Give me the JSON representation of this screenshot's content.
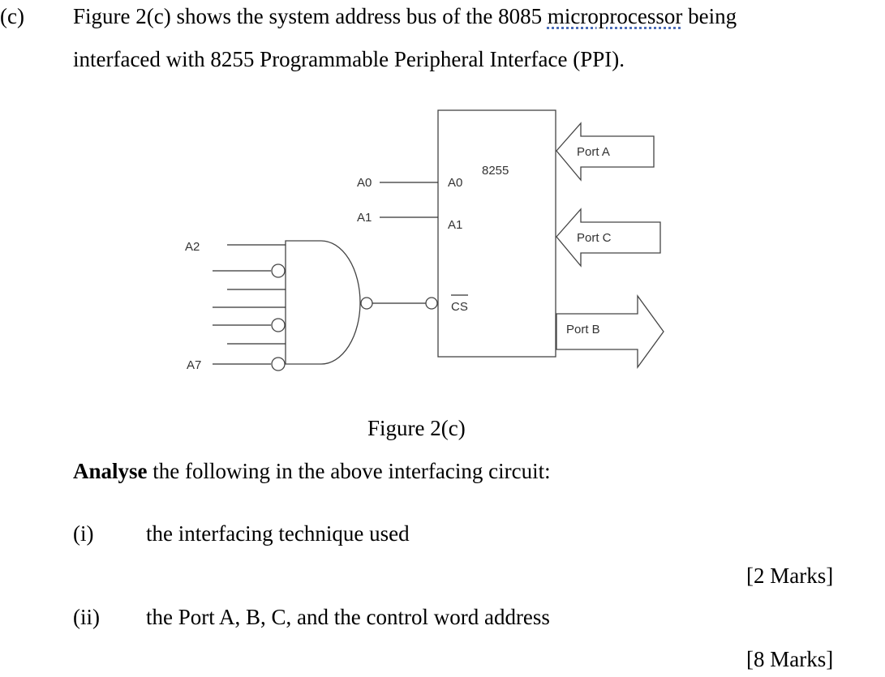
{
  "question": {
    "label": "(c)",
    "line1_before": "Figure 2(c) shows the system address bus of the 8085 ",
    "line1_link": "microprocessor",
    "line1_after": " being",
    "line2": "interfaced with 8255 Programmable Peripheral Interface (PPI)."
  },
  "figure": {
    "chip_label": "8255",
    "pin_a0": "A0",
    "pin_a1": "A1",
    "pin_cs": "CS",
    "bus_a0": "A0",
    "bus_a1": "A1",
    "bus_a2": "A2",
    "bus_a7": "A7",
    "port_a": "Port A",
    "port_b": "Port B",
    "port_c": "Port C",
    "caption": "Figure 2(c)"
  },
  "instruction": {
    "bold": "Analyse",
    "rest": " the following in the above interfacing circuit:"
  },
  "parts": [
    {
      "label": "(i)",
      "text": "the interfacing technique used",
      "marks": "[2 Marks]"
    },
    {
      "label": "(ii)",
      "text": "the Port A, B, C, and the control word address",
      "marks": "[8 Marks]"
    }
  ]
}
